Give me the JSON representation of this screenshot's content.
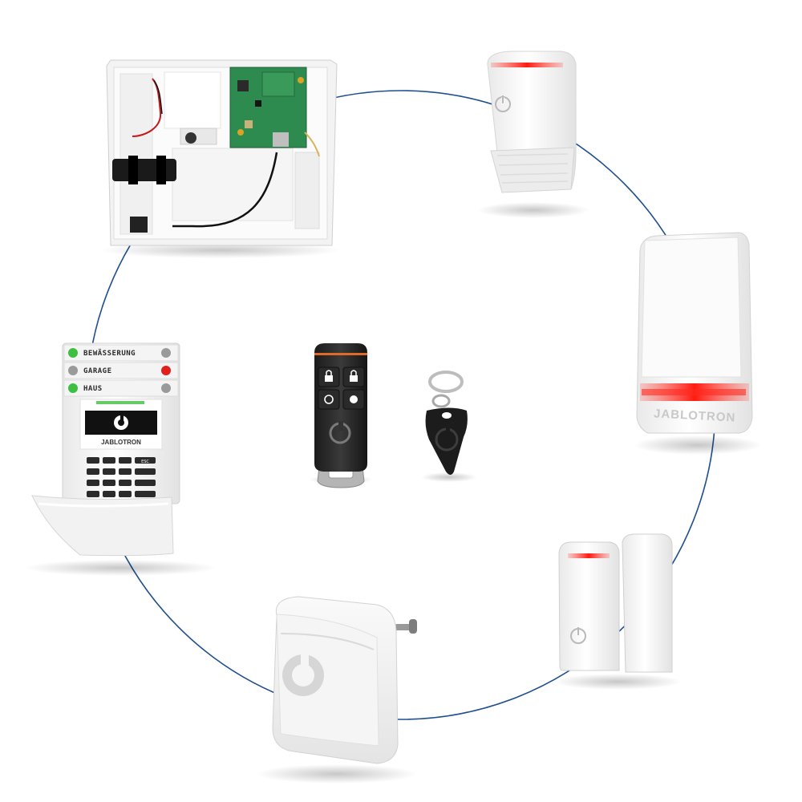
{
  "scene": {
    "kind": "product-collage",
    "connector_color": "#1f4f8f",
    "accent_red": "#e0201c",
    "accent_green": "#3fbf3f"
  },
  "keypad": {
    "segment_labels": [
      "BEWÄSSERUNG",
      "GARAGE",
      "HAUS"
    ],
    "brand": "JABLOTRON",
    "key_esc": "ESC"
  },
  "siren": {
    "brand": "JABLOTRON"
  }
}
